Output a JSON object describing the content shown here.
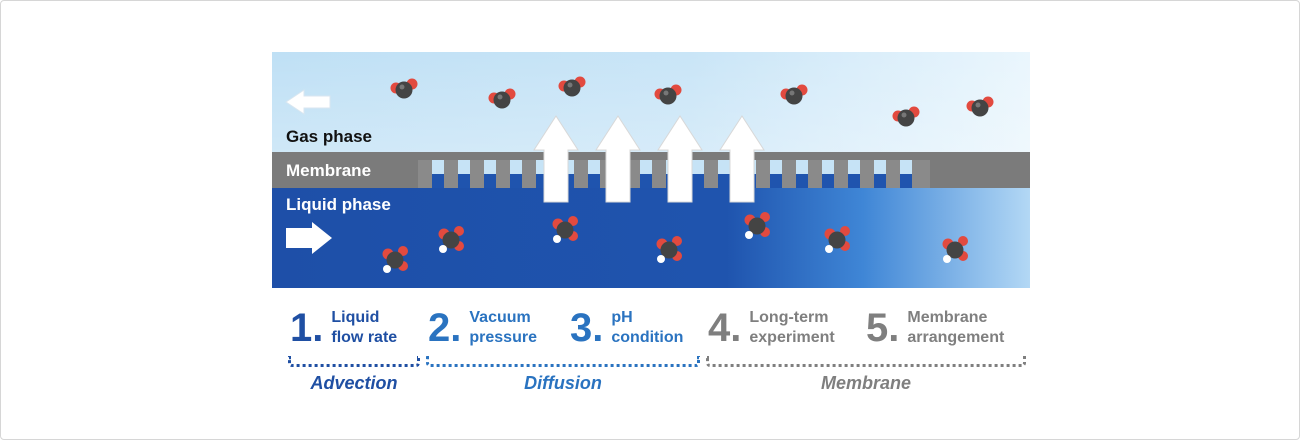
{
  "layers": {
    "gas": "Gas phase",
    "membrane": "Membrane",
    "liquid": "Liquid phase"
  },
  "factors": [
    {
      "number": "1",
      "text": "Liquid\nflow rate",
      "color": "#1f4fa3"
    },
    {
      "number": "2",
      "text": "Vacuum\npressure",
      "color": "#2a73c0"
    },
    {
      "number": "3",
      "text": "pH\ncondition",
      "color": "#2a73c0"
    },
    {
      "number": "4",
      "text": "Long-term\nexperiment",
      "color": "#7f7f7f"
    },
    {
      "number": "5",
      "text": "Membrane\narrangement",
      "color": "#7f7f7f"
    }
  ],
  "groups": [
    {
      "label": "Advection",
      "color": "#1f4fa3"
    },
    {
      "label": "Diffusion",
      "color": "#2a73c0"
    },
    {
      "label": "Membrane",
      "color": "#7f7f7f"
    }
  ],
  "colors": {
    "gas_top": "#bfe0f5",
    "gas_right": "#e9f5fc",
    "membrane": "#7b7b7b",
    "liquid": "#1e4fa8",
    "liquid_right": "#a9d2f4",
    "molecule_carbon": "#444444",
    "molecule_oxygen": "#e24a3f",
    "molecule_hydrogen": "#ffffff"
  }
}
